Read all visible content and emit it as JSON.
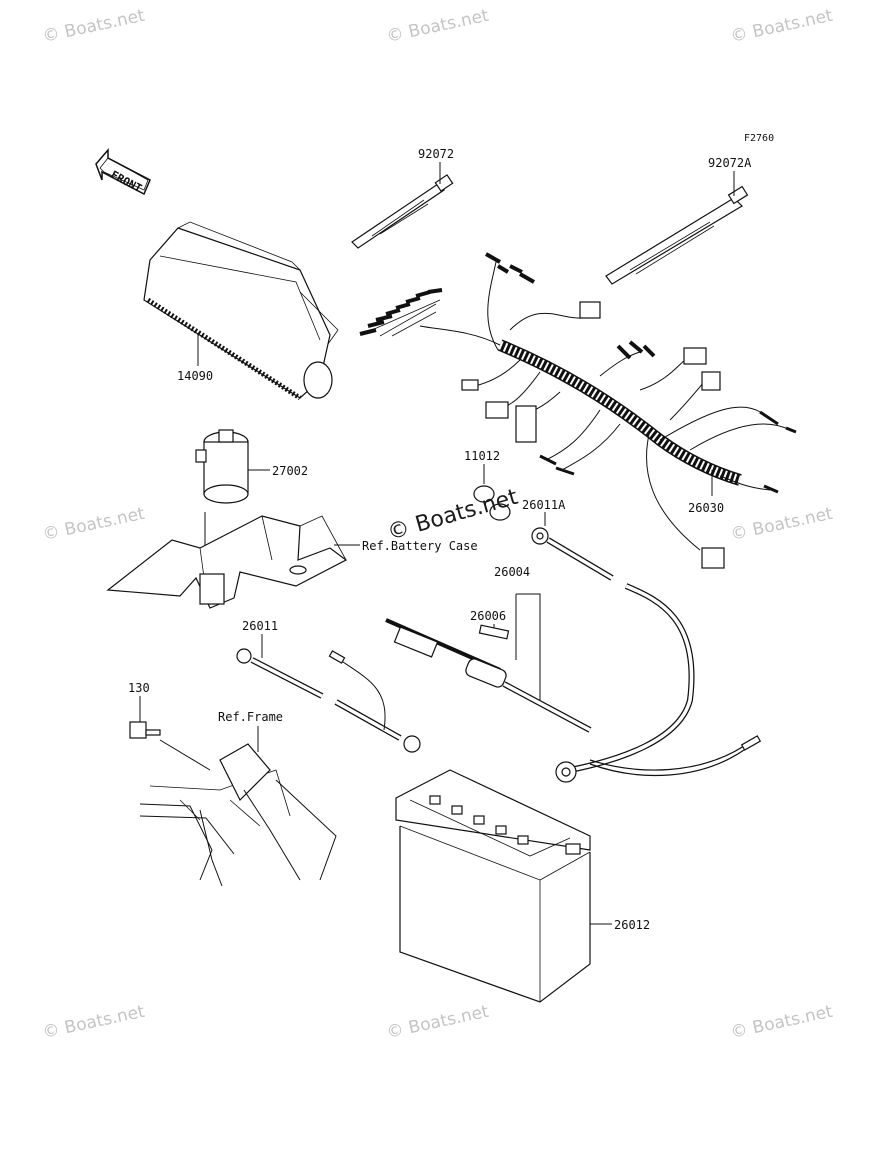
{
  "figure_code": "F2760",
  "front_label": "FRONT",
  "watermark_text": "© Boats.net",
  "center_watermark_text": "© Boats.net",
  "parts": {
    "p92072": "92072",
    "p92072a": "92072A",
    "p14090": "14090",
    "p27002": "27002",
    "p11012": "11012",
    "p26011a": "26011A",
    "p26030": "26030",
    "p26004": "26004",
    "p26006": "26006",
    "p26011": "26011",
    "p130": "130",
    "p26012": "26012"
  },
  "refs": {
    "battery_case": "Ref.Battery Case",
    "frame": "Ref.Frame"
  }
}
